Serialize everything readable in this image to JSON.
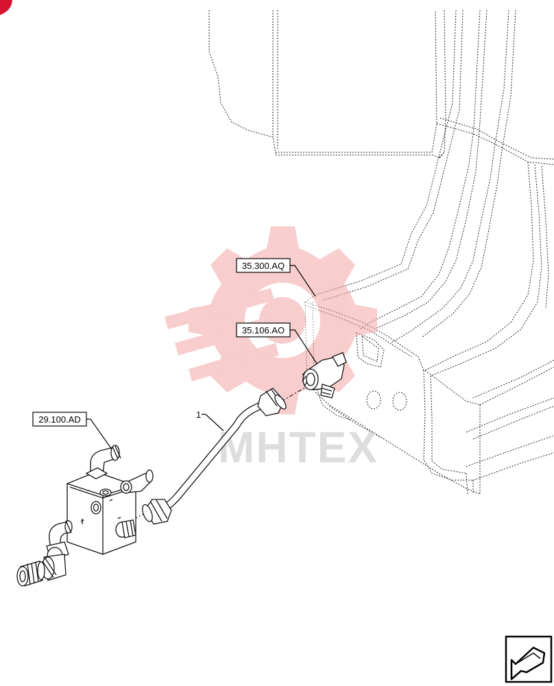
{
  "callouts": {
    "upper": "35.300.AQ",
    "middle": "35.106.AO",
    "left": "29.100.AD",
    "item": "1"
  },
  "watermark": {
    "text": "MHTEX"
  },
  "colors": {
    "watermark_red": "#f4a5a5",
    "watermark_gray": "#cfcfcf",
    "corner_mark": "#d6142f",
    "line": "#111111"
  },
  "icons": {
    "corner": "red-corner-mark",
    "navigation": "arrow-nav-icon"
  }
}
